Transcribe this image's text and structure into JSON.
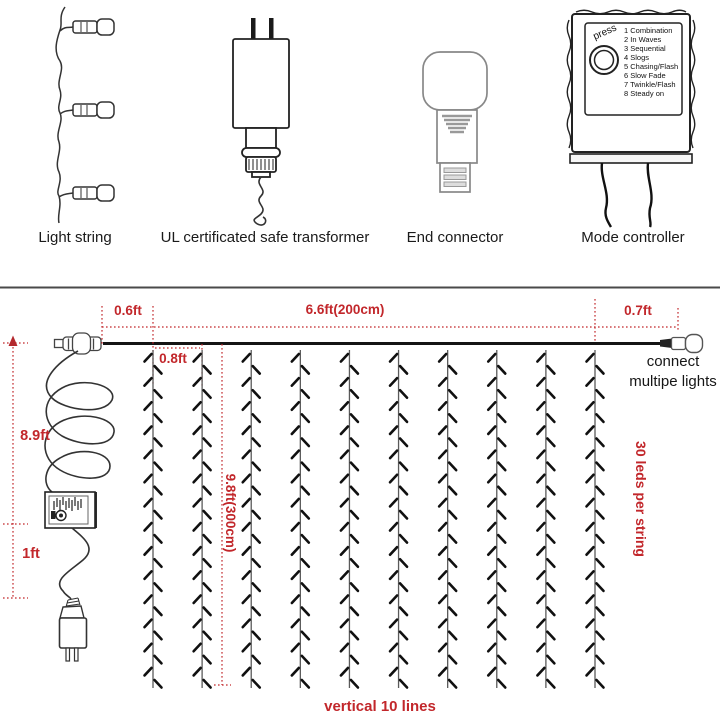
{
  "colors": {
    "accent_red": "#c2272b",
    "line_dark": "#141414"
  },
  "top_items": {
    "light_string": {
      "label": "Light string"
    },
    "transformer": {
      "label": "UL certificated safe transformer"
    },
    "end_connector": {
      "label": "End connector"
    },
    "mode_controller": {
      "label": "Mode controller",
      "button_label": "press",
      "modes": [
        "1 Combination",
        "2 In Waves",
        "3 Sequential",
        "4 Slogs",
        "5 Chasing/Flash",
        "6 Slow Fade",
        "7 Twinkle/Flash",
        "8 Steady on"
      ]
    }
  },
  "diagram": {
    "dims": {
      "left_lead": "0.6ft",
      "total_width": "6.6ft(200cm)",
      "right_lead": "0.7ft",
      "drop_spacing": "0.8ft",
      "cord_length": "8.9ft",
      "plug_lead": "1ft",
      "drop_height": "9.8ft(300cm)",
      "leds_per_string": "30 leds per string",
      "lines_note": "vertical 10 lines"
    },
    "note": {
      "line1": "connect",
      "line2": "multipe lights"
    }
  },
  "curtain": {
    "line_count": 10,
    "drawn_led_ticks": 28
  }
}
